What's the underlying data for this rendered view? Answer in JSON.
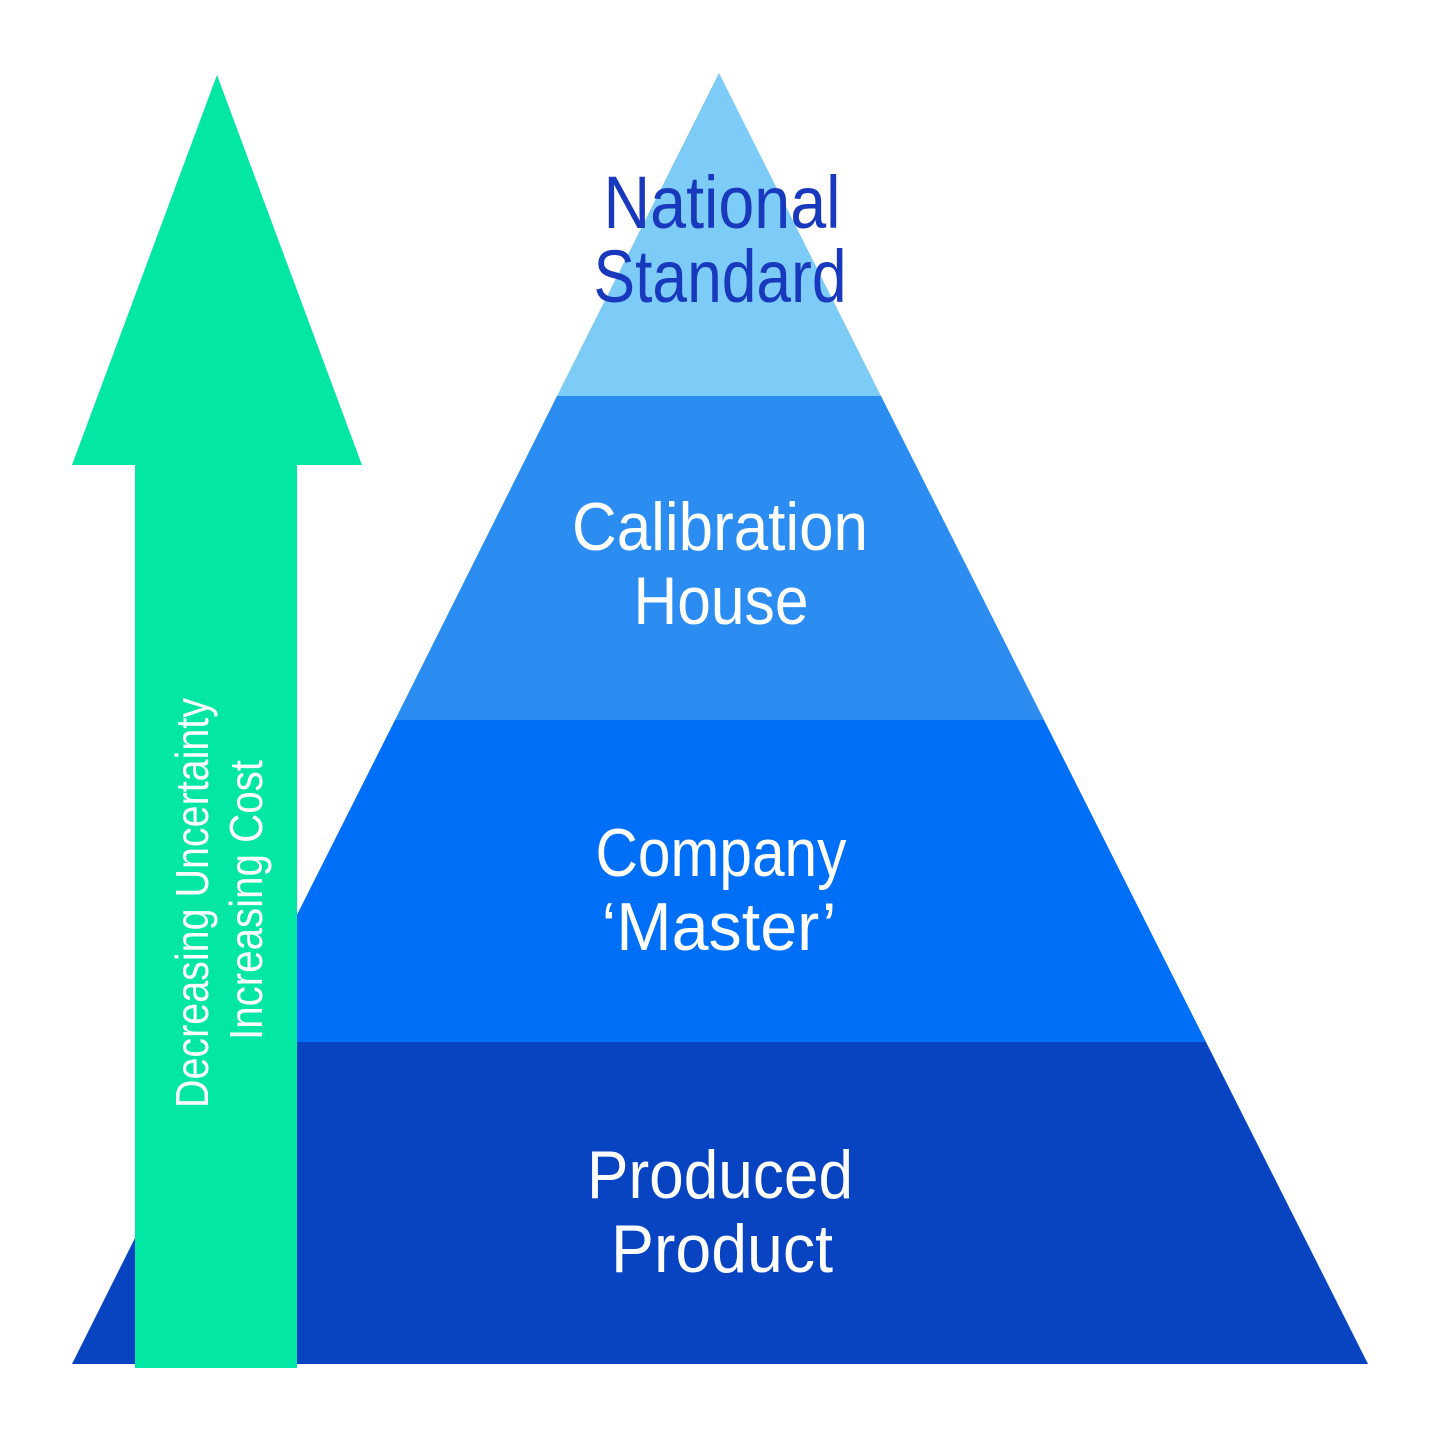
{
  "diagram": {
    "background": "#FFFFFF",
    "arrow": {
      "color": "#03E7A4",
      "text_color": "#FFFFFF",
      "label_line1": "Decreasing Uncertainty",
      "label_line2": "Increasing Cost"
    },
    "pyramid": {
      "levels": [
        {
          "name": "national-standard",
          "line1": "National",
          "line2": "Standard",
          "fill": "#7CCCF7",
          "text_color": "#1839BE"
        },
        {
          "name": "calibration-house",
          "line1": "Calibration",
          "line2": "House",
          "fill": "#2B8DF2",
          "text_color": "#FFFFFF"
        },
        {
          "name": "company-master",
          "line1": "Company",
          "line2": "‘Master’",
          "fill": "#006FF7",
          "text_color": "#FFFFFF"
        },
        {
          "name": "produced-product",
          "line1": "Produced",
          "line2": "Product",
          "fill": "#0843C2",
          "text_color": "#FFFFFF"
        }
      ]
    }
  }
}
